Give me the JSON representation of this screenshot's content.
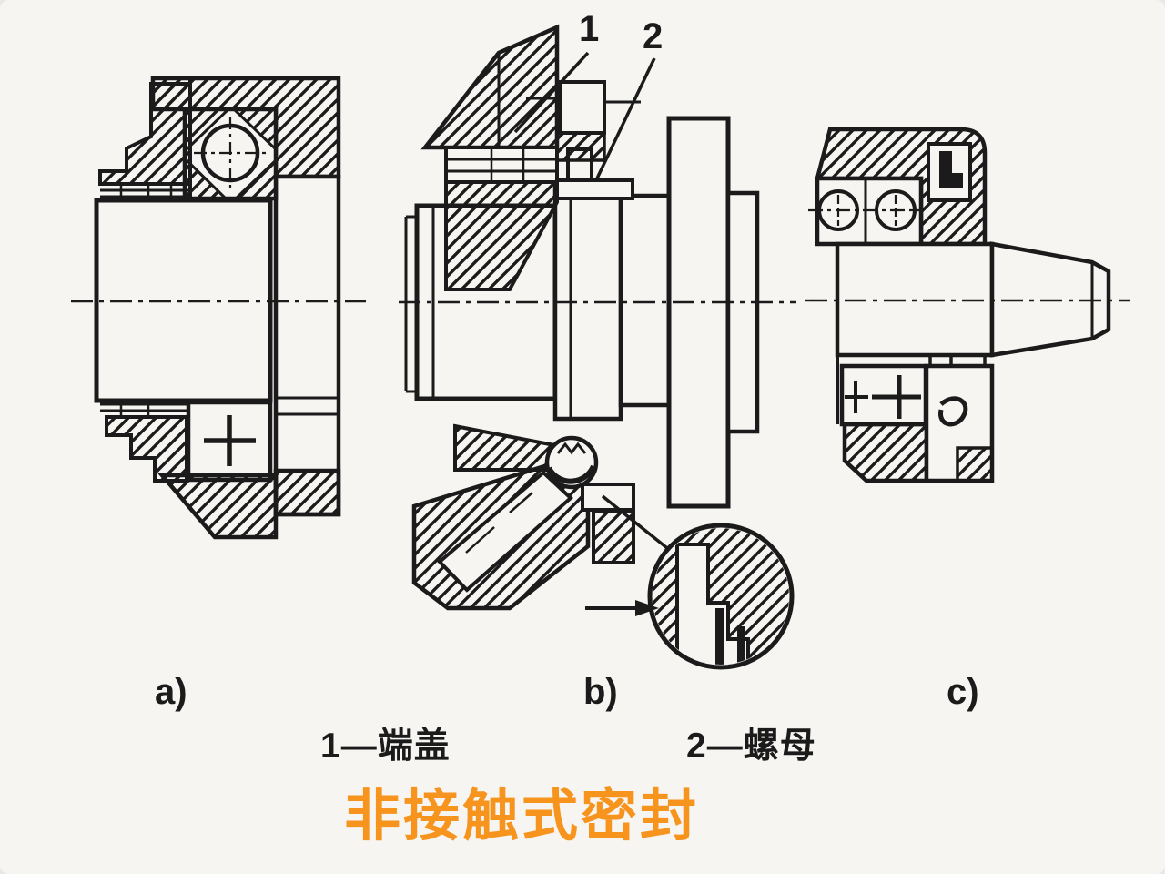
{
  "figure": {
    "kind": "engineering-section-drawing",
    "background_color": "#f6f5f2",
    "line_color": "#1b1b1b"
  },
  "callouts": [
    {
      "number": "1"
    },
    {
      "number": "2"
    }
  ],
  "views": [
    {
      "label": "a)"
    },
    {
      "label": "b)"
    },
    {
      "label": "c)"
    }
  ],
  "legend": {
    "items": [
      "1—端盖",
      "2—螺母"
    ]
  },
  "title": {
    "text": "非接触式密封",
    "color": "#f7941e"
  }
}
